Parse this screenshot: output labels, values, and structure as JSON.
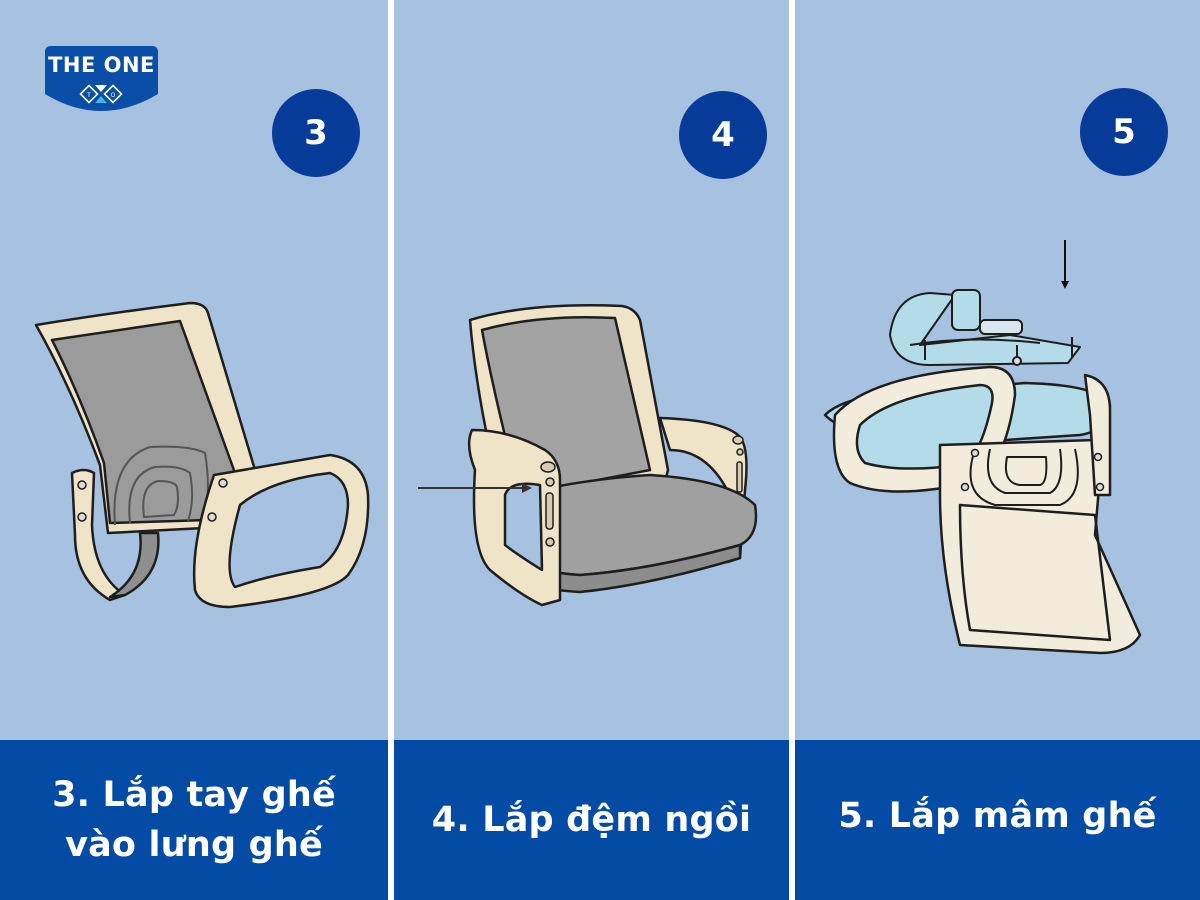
{
  "brand": {
    "name": "THE ONE",
    "mark": "TO",
    "color": "#0a4ea8"
  },
  "colors": {
    "panel_bg": "#a7c1e1",
    "caption_bg": "#044ba6",
    "step_circle": "#063b99",
    "divider": "#ffffff",
    "frame": "#efe3c8",
    "mesh": "#9a9a9a",
    "seat_plate": "#b3dbe8"
  },
  "steps": [
    {
      "number": "3",
      "caption_line1": "3. Lắp tay ghế",
      "caption_line2": "vào lưng ghế",
      "illustration": "chair-back-with-armrests"
    },
    {
      "number": "4",
      "caption_line1": "4. Lắp đệm ngồi",
      "illustration": "chair-with-seat-cushion"
    },
    {
      "number": "5",
      "caption_line1": "5. Lắp mâm ghế",
      "illustration": "seat-mechanism-plate"
    }
  ]
}
